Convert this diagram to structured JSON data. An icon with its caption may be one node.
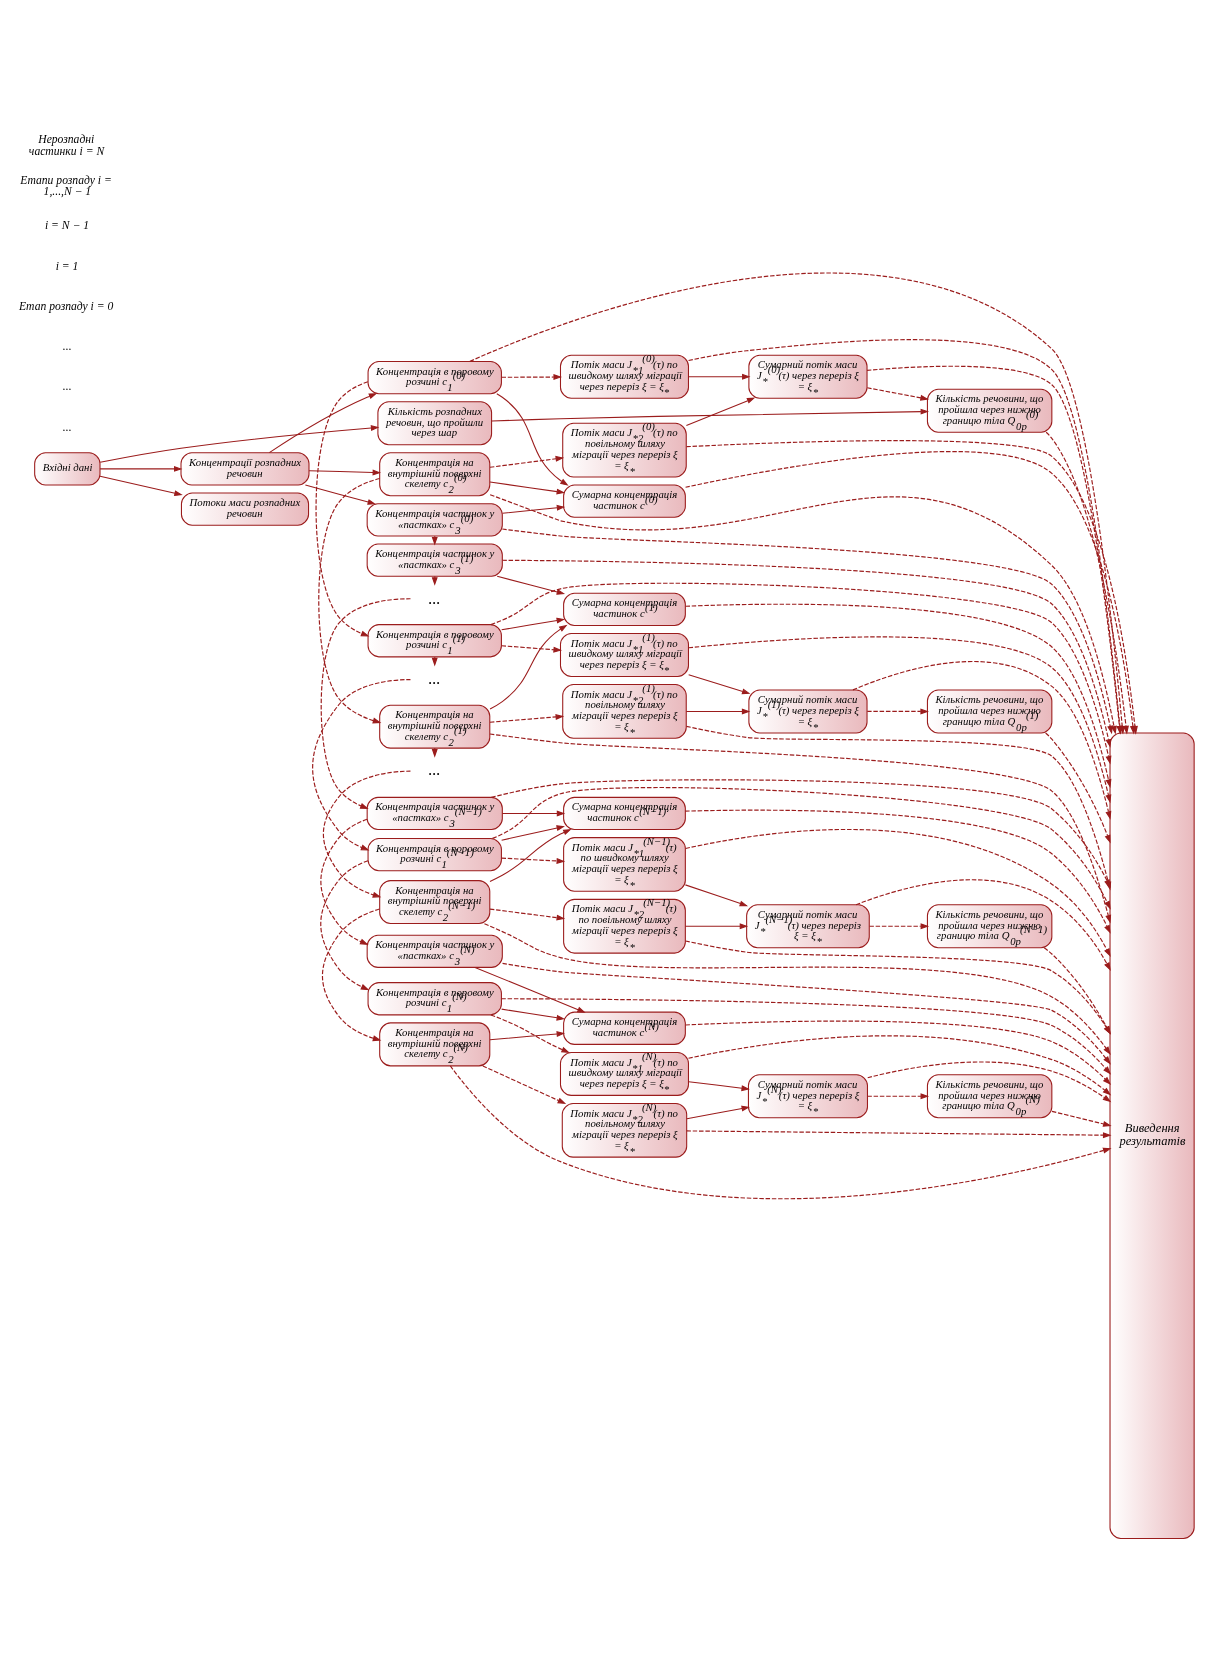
{
  "diagram": {
    "nodes": [
      {
        "text": [
          "Вхідні дані"
        ]
      },
      {
        "text": [
          "Концентрації розпадних речовин"
        ]
      },
      {
        "text": [
          "Потоки маси розпадних речовин"
        ]
      },
      {
        "text": [
          "Кількість розпадних речовин, що пройшли через шар"
        ]
      },
      {
        "text": [
          "Концентрація в поровому розчині c$_{1}$$^{(0)}$"
        ]
      },
      {
        "text": [
          "Концентрація на внутрішній поверхні скелету c$_{2}$$^{(0)}$"
        ]
      },
      {
        "text": [
          "Концентрація частинок у «пастках» c$_{3}$$^{(0)}$"
        ]
      },
      {
        "text": [
          "Сумарна концентрація частинок c$^{(0)}$"
        ]
      },
      {
        "text": [
          "Потік маси J$_{*1}$$^{(0)}$(τ) по швидкому шляху міграції через переріз ξ = ξ$_{*}$"
        ]
      },
      {
        "text": [
          "Потік маси J$_{*2}$$^{(0)}$(τ) по повільному шляху міграції через переріз ξ = ξ$_{*}$"
        ]
      },
      {
        "text": [
          "Сумарний потік маси J$_{*}$$^{(0)}$(τ) через переріз ξ = ξ$_{*}$"
        ]
      },
      {
        "text": [
          "Кількість речовини, що пройшла через нижню границю тіла Q$_{0p}$$^{(0)}$"
        ]
      },
      {
        "text": [
          "Концентрація в поровому розчині c$_{1}$$^{(1)}$"
        ]
      },
      {
        "text": [
          "Концентрація на внутрішній поверхні скелету c$_{2}$$^{(1)}$"
        ]
      },
      {
        "text": [
          "Концентрація частинок у «пастках» c$_{3}$$^{(1)}$"
        ]
      },
      {
        "text": [
          "Сумарна концентрація частинок c$^{(1)}$"
        ]
      },
      {
        "text": [
          "Потік маси J$_{*1}$$^{(1)}$(τ) по швидкому шляху міграції через переріз ξ = ξ$_{*}$"
        ]
      },
      {
        "text": [
          "Потік маси J$_{*2}$$^{(1)}$(τ) по повільному шляху міграції через переріз ξ = ξ$_{*}$"
        ]
      },
      {
        "text": [
          "Сумарний потік маси J$_{*}$$^{(1)}$(τ) через переріз ξ = ξ$_{*}$"
        ]
      },
      {
        "text": [
          "Кількість речовини, що пройшла через нижню границю тіла Q$_{0p}$$^{(1)}$"
        ]
      },
      {
        "text": [
          "Концентрація в поровому розчині c$_{1}$$^{(N−1)}$"
        ]
      },
      {
        "text": [
          "Концентрація на внутрішній поверхні скелету c$_{2}$$^{(N−1)}$"
        ]
      },
      {
        "text": [
          "Концентрація частинок у «пастках» c$_{3}$$^{(N−1)}$"
        ]
      },
      {
        "text": [
          "Сумарна концентрація частинок c$^{(N−1)}$"
        ]
      },
      {
        "text": [
          "Потік маси J$_{*1}$$^{(N−1)}$(τ) по швидкому шляху міграції через переріз ξ = ξ$_{*}$"
        ]
      },
      {
        "text": [
          "Потік маси J$_{*2}$$^{(N−1)}$(τ) по повільному шляху міграції через переріз ξ = ξ$_{*}$"
        ]
      },
      {
        "text": [
          "Сумарний потік маси J$_{*}$$^{(N−1)}$(τ) через переріз ξ = ξ$_{*}$"
        ]
      },
      {
        "text": [
          "Кількість речовини, що пройшла через нижню границю тіла Q$_{0p}$$^{(N−1)}$"
        ]
      },
      {
        "text": [
          "Концентрація в поровому розчині c$_{1}$$^{(N)}$"
        ]
      },
      {
        "text": [
          "Концентрація на внутрішній поверхні скелету c$_{2}$$^{(N)}$"
        ]
      },
      {
        "text": [
          "Концентрація частинок у «пастках» c$_{3}$$^{(N)}$"
        ]
      },
      {
        "text": [
          "Сумарна концентрація частинок c$^{(N)}$"
        ]
      },
      {
        "text": [
          "Потік маси J$_{*1}$$^{(N)}$(τ) по швидкому шляху міграції через переріз ξ = ξ$_{*}$"
        ]
      },
      {
        "text": [
          "Потік маси J$_{*2}$$^{(N)}$(τ) по повільному шляху міграції через переріз ξ = ξ$_{*}$"
        ]
      },
      {
        "text": [
          "Сумарний потік маси J$_{*}$$^{(N)}$(τ) через переріз ξ = ξ$_{*}$"
        ]
      },
      {
        "text": [
          "Кількість речовини, що пройшла через нижню границю тіла Q$_{0p}$$^{(N)}$"
        ]
      },
      {
        "text": [
          "..."
        ]
      },
      {
        "text": [
          "..."
        ]
      },
      {
        "text": [
          "..."
        ]
      },
      {
        "text": [
          "Виведення результатів"
        ]
      }
    ],
    "edges": [
      {
        "from": 0,
        "to": 1,
        "arrow": "to"
      },
      {
        "from": 0,
        "to": 2,
        "arrow": "to"
      },
      {
        "from": 0,
        "to": 3,
        "arrow": "to"
      },
      {
        "from": 1,
        "to": 4,
        "arrow": "to"
      },
      {
        "from": 1,
        "to": 5,
        "arrow": "to"
      },
      {
        "from": 1,
        "to": 6,
        "arrow": "to"
      },
      {
        "from": 3,
        "to": 11,
        "arrow": "to"
      },
      {
        "from": 4,
        "to": 7,
        "arrow": "to"
      },
      {
        "from": 5,
        "to": 7,
        "arrow": "to"
      },
      {
        "from": 6,
        "to": 7,
        "arrow": "to"
      },
      {
        "from": 8,
        "to": 10,
        "arrow": "to"
      },
      {
        "from": 9,
        "to": 10,
        "arrow": "to"
      },
      {
        "from": 4,
        "to": 8,
        "arrow": "to",
        "style": "dashed"
      },
      {
        "from": 5,
        "to": 9,
        "arrow": "to",
        "style": "dashed"
      },
      {
        "from": 10,
        "to": 11,
        "arrow": "to",
        "style": "dashed"
      },
      {
        "from": 12,
        "to": 15,
        "arrow": "to"
      },
      {
        "from": 13,
        "to": 15,
        "arrow": "to"
      },
      {
        "from": 14,
        "to": 15,
        "arrow": "to"
      },
      {
        "from": 16,
        "to": 18,
        "arrow": "to"
      },
      {
        "from": 17,
        "to": 18,
        "arrow": "to"
      },
      {
        "from": 12,
        "to": 16,
        "arrow": "to",
        "style": "dashed"
      },
      {
        "from": 13,
        "to": 17,
        "arrow": "to",
        "style": "dashed"
      },
      {
        "from": 18,
        "to": 19,
        "arrow": "to",
        "style": "dashed"
      },
      {
        "from": 20,
        "to": 23,
        "arrow": "to"
      },
      {
        "from": 21,
        "to": 23,
        "arrow": "to"
      },
      {
        "from": 22,
        "to": 23,
        "arrow": "to"
      },
      {
        "from": 24,
        "to": 26,
        "arrow": "to"
      },
      {
        "from": 25,
        "to": 26,
        "arrow": "to"
      },
      {
        "from": 20,
        "to": 24,
        "arrow": "to",
        "style": "dashed"
      },
      {
        "from": 21,
        "to": 25,
        "arrow": "to",
        "style": "dashed"
      },
      {
        "from": 26,
        "to": 27,
        "arrow": "to",
        "style": "dashed"
      },
      {
        "from": 28,
        "to": 31,
        "arrow": "to"
      },
      {
        "from": 29,
        "to": 31,
        "arrow": "to"
      },
      {
        "from": 30,
        "to": 31,
        "arrow": "to"
      },
      {
        "from": 32,
        "to": 34,
        "arrow": "to"
      },
      {
        "from": 33,
        "to": 34,
        "arrow": "to"
      },
      {
        "from": 28,
        "to": 32,
        "arrow": "to",
        "style": "dashed"
      },
      {
        "from": 29,
        "to": 33,
        "arrow": "to",
        "style": "dashed"
      },
      {
        "from": 34,
        "to": 35,
        "arrow": "to",
        "style": "dashed"
      },
      {
        "from": 4,
        "to": 12,
        "arrow": "to",
        "style": "dashed"
      },
      {
        "from": 5,
        "to": 13,
        "arrow": "to",
        "style": "dashed"
      },
      {
        "from": 6,
        "to": 14,
        "arrow": "to",
        "style": "dashed"
      },
      {
        "from": 12,
        "to": 36,
        "arrow": "to",
        "style": "dashed"
      },
      {
        "from": 13,
        "to": 37,
        "arrow": "to",
        "style": "dashed"
      },
      {
        "from": 14,
        "to": 38,
        "arrow": "to",
        "style": "dashed"
      },
      {
        "from": 36,
        "to": 20,
        "arrow": "to",
        "style": "dashed"
      },
      {
        "from": 37,
        "to": 21,
        "arrow": "to",
        "style": "dashed"
      },
      {
        "from": 38,
        "to": 22,
        "arrow": "to",
        "style": "dashed"
      },
      {
        "from": 20,
        "to": 28,
        "arrow": "to",
        "style": "dashed"
      },
      {
        "from": 21,
        "to": 29,
        "arrow": "to",
        "style": "dashed"
      },
      {
        "from": 22,
        "to": 30,
        "arrow": "to",
        "style": "dashed"
      },
      {
        "from": 4,
        "to": 39,
        "arrow": "to",
        "style": "dashed"
      },
      {
        "from": 5,
        "to": 39,
        "arrow": "to",
        "style": "dashed"
      },
      {
        "from": 6,
        "to": 39,
        "arrow": "to",
        "style": "dashed"
      },
      {
        "from": 7,
        "to": 39,
        "arrow": "to",
        "style": "dashed"
      },
      {
        "from": 8,
        "to": 39,
        "arrow": "to",
        "style": "dashed"
      },
      {
        "from": 9,
        "to": 39,
        "arrow": "to",
        "style": "dashed"
      },
      {
        "from": 10,
        "to": 39,
        "arrow": "to",
        "style": "dashed"
      },
      {
        "from": 11,
        "to": 39,
        "arrow": "to",
        "style": "dashed"
      },
      {
        "from": 12,
        "to": 39,
        "arrow": "to",
        "style": "dashed"
      },
      {
        "from": 13,
        "to": 39,
        "arrow": "to",
        "style": "dashed"
      },
      {
        "from": 14,
        "to": 39,
        "arrow": "to",
        "style": "dashed"
      },
      {
        "from": 15,
        "to": 39,
        "arrow": "to",
        "style": "dashed"
      },
      {
        "from": 16,
        "to": 39,
        "arrow": "to",
        "style": "dashed"
      },
      {
        "from": 17,
        "to": 39,
        "arrow": "to",
        "style": "dashed"
      },
      {
        "from": 18,
        "to": 39,
        "arrow": "to",
        "style": "dashed"
      },
      {
        "from": 19,
        "to": 39,
        "arrow": "to",
        "style": "dashed"
      },
      {
        "from": 20,
        "to": 39,
        "arrow": "to",
        "style": "dashed"
      },
      {
        "from": 21,
        "to": 39,
        "arrow": "to",
        "style": "dashed"
      },
      {
        "from": 22,
        "to": 39,
        "arrow": "to",
        "style": "dashed"
      },
      {
        "from": 23,
        "to": 39,
        "arrow": "to",
        "style": "dashed"
      },
      {
        "from": 24,
        "to": 39,
        "arrow": "to",
        "style": "dashed"
      },
      {
        "from": 25,
        "to": 39,
        "arrow": "to",
        "style": "dashed"
      },
      {
        "from": 26,
        "to": 39,
        "arrow": "to",
        "style": "dashed"
      },
      {
        "from": 27,
        "to": 39,
        "arrow": "to",
        "style": "dashed"
      },
      {
        "from": 28,
        "to": 39,
        "arrow": "to",
        "style": "dashed"
      },
      {
        "from": 29,
        "to": 39,
        "arrow": "to",
        "style": "dashed"
      },
      {
        "from": 30,
        "to": 39,
        "arrow": "to",
        "style": "dashed"
      },
      {
        "from": 31,
        "to": 39,
        "arrow": "to",
        "style": "dashed"
      },
      {
        "from": 32,
        "to": 39,
        "arrow": "to",
        "style": "dashed"
      },
      {
        "from": 33,
        "to": 39,
        "arrow": "to",
        "style": "dashed"
      },
      {
        "from": 34,
        "to": 39,
        "arrow": "to",
        "style": "dashed"
      },
      {
        "from": 35,
        "to": 39,
        "arrow": "to",
        "style": "dashed"
      }
    ],
    "labels": [
      "...",
      "...",
      "...",
      "Етап розпаду i = 0",
      "i = 1",
      "i = N − 1",
      "Етапи розпаду i = 1,...,N − 1",
      "Нерозпадні частинки i = N"
    ]
  }
}
